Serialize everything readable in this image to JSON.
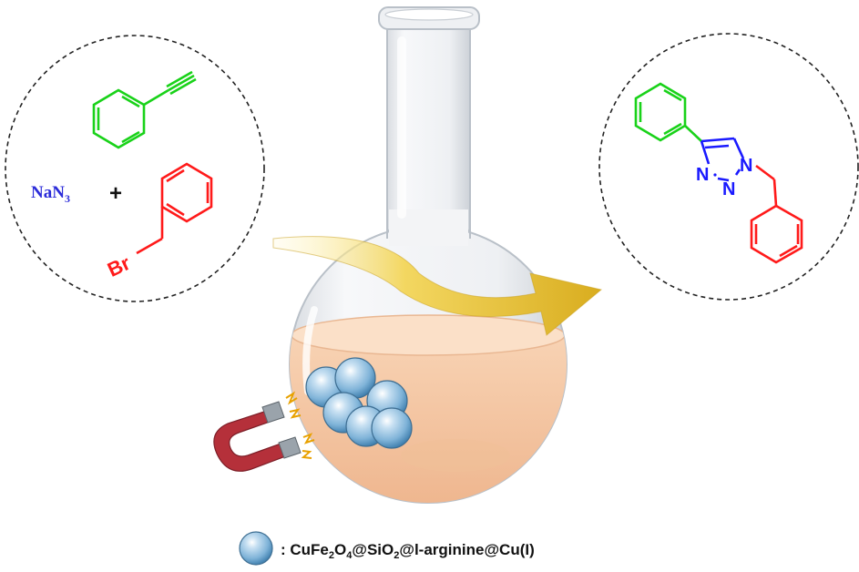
{
  "reactants": {
    "azide_main": "NaN",
    "azide_sub": "3",
    "plus": "+",
    "bromine": "Br"
  },
  "product": {
    "n1": "N",
    "n2": "N",
    "n3": "N"
  },
  "legend": {
    "prefix": ": CuFe",
    "sub1": "2",
    "mid1": "O",
    "sub2": "4",
    "mid2": "@SiO",
    "sub3": "2",
    "suffix": "@l-arginine@Cu(I)"
  },
  "colors": {
    "alkyne": "#19d219",
    "benzyl": "#ff1a1a",
    "azide": "#2b2bd9",
    "triazole": "#1a1aff",
    "flask_liquid": "#f4c6a0",
    "arrow": "#e8c33a",
    "magnet": "#b5303a",
    "particle": "#7fb3d8"
  },
  "icons": [
    "round-bottom-flask",
    "magnet-icon",
    "spark-icon",
    "nanoparticle-icon",
    "curved-arrow"
  ]
}
